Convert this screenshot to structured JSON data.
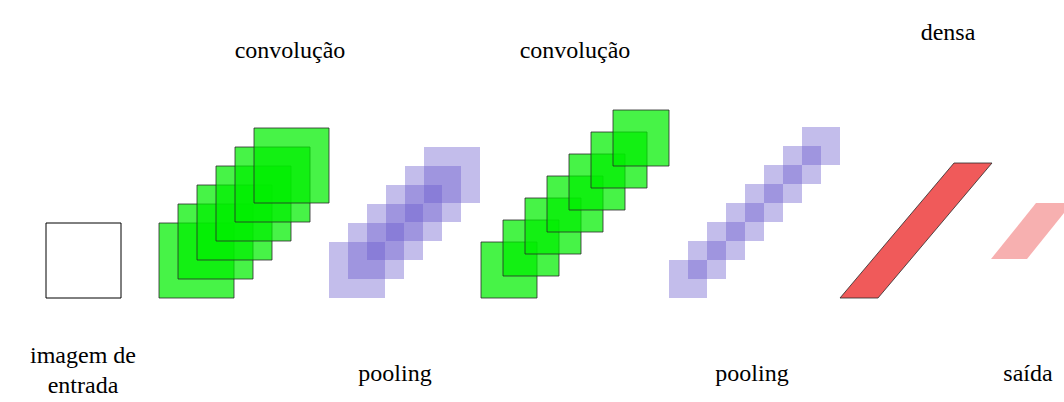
{
  "diagram": {
    "nodes": [
      {
        "text": [
          "imagem de entrada"
        ]
      },
      {
        "text": [
          "convolução"
        ]
      },
      {
        "text": [
          "pooling"
        ]
      },
      {
        "text": [
          "convolução"
        ]
      },
      {
        "text": [
          "pooling"
        ]
      },
      {
        "text": [
          "densa"
        ]
      },
      {
        "text": [
          "saída"
        ]
      }
    ]
  }
}
